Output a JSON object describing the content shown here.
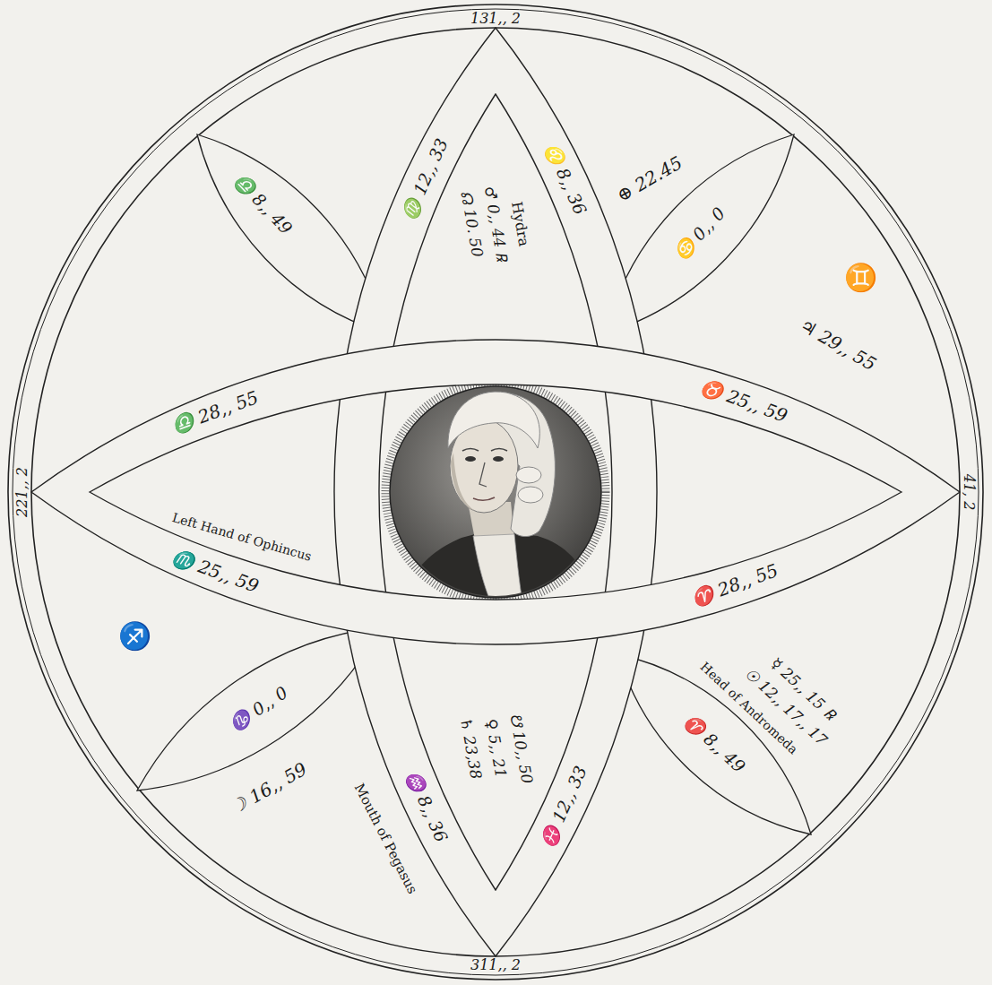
{
  "diagram": {
    "labels": [
      "131,, 2",
      "♍ 12,, 33",
      "☊ 10. 50",
      "♂ 0,, 44 ℞",
      "Hydra",
      "♌ 8,, 36",
      "⊕ 22.45",
      "♋ 0,, 0",
      "♎ 8,, 49",
      "♊",
      "♃ 29,, 55",
      "♎ 28,, 55",
      "♉ 25,, 59",
      "221,, 2",
      "41, 2",
      "Left Hand of Ophincus",
      "♏ 25,, 59",
      "♈ 28,, 55",
      "☿ 25,, 15 ℞",
      "☉ 12,, 17,, 17",
      "Head of Andromeda",
      "♈ 8,, 49",
      "♐",
      "♑ 0,, 0",
      "☽ 16,, 59",
      "♄ 23,38",
      "♀ 5,, 21",
      "☋ 10,, 50",
      "♒ 8,, 36",
      "Mouth of Pegasus",
      "♓ 12,, 33",
      "311,, 2"
    ]
  }
}
